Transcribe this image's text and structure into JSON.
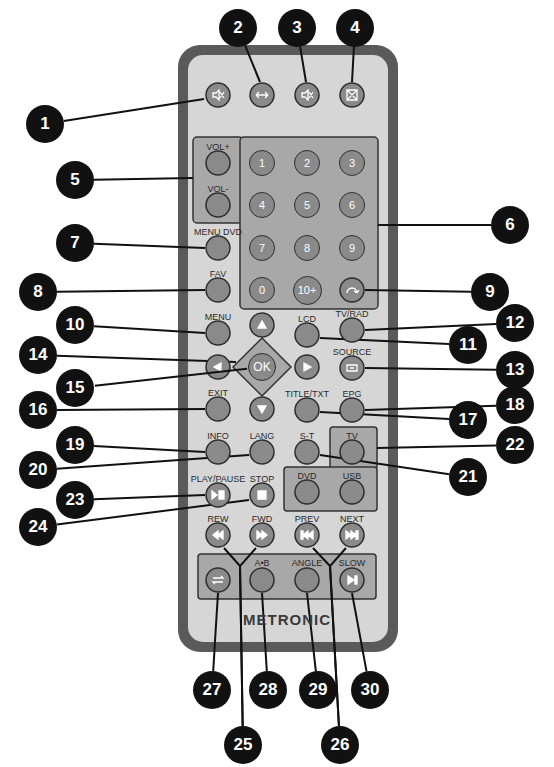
{
  "diagram": {
    "nodes": [
      {
        "text": [
          "1"
        ]
      },
      {
        "text": [
          "2"
        ]
      },
      {
        "text": [
          "3"
        ]
      },
      {
        "text": [
          "4"
        ]
      },
      {
        "text": [
          "5"
        ]
      },
      {
        "text": [
          "6"
        ]
      },
      {
        "text": [
          "7"
        ]
      },
      {
        "text": [
          "8"
        ]
      },
      {
        "text": [
          "9"
        ]
      },
      {
        "text": [
          "10"
        ]
      },
      {
        "text": [
          "11"
        ]
      },
      {
        "text": [
          "12"
        ]
      },
      {
        "text": [
          "13"
        ]
      },
      {
        "text": [
          "14"
        ]
      },
      {
        "text": [
          "15"
        ]
      },
      {
        "text": [
          "16"
        ]
      },
      {
        "text": [
          "17"
        ]
      },
      {
        "text": [
          "18"
        ]
      },
      {
        "text": [
          "19"
        ]
      },
      {
        "text": [
          "20"
        ]
      },
      {
        "text": [
          "21"
        ]
      },
      {
        "text": [
          "22"
        ]
      },
      {
        "text": [
          "23"
        ]
      },
      {
        "text": [
          "24"
        ]
      },
      {
        "text": [
          "25"
        ]
      },
      {
        "text": [
          "26"
        ]
      },
      {
        "text": [
          "27"
        ]
      },
      {
        "text": [
          "28"
        ]
      },
      {
        "text": [
          "29"
        ]
      },
      {
        "text": [
          "30"
        ]
      },
      {
        "text": [
          "1"
        ]
      },
      {
        "text": [
          "2"
        ]
      },
      {
        "text": [
          "3"
        ]
      },
      {
        "text": [
          "4"
        ]
      },
      {
        "text": [
          "5"
        ]
      },
      {
        "text": [
          "6"
        ]
      },
      {
        "text": [
          "7"
        ]
      },
      {
        "text": [
          "8"
        ]
      },
      {
        "text": [
          "9"
        ]
      },
      {
        "text": [
          "0"
        ]
      },
      {
        "text": [
          "10+"
        ]
      },
      {
        "text": [
          "OK"
        ]
      }
    ],
    "edges": [
      {
        "from": 14,
        "to": 41,
        "arrow": "none"
      }
    ],
    "labels": [
      "VOL+",
      "VOL-",
      "MENU DVD",
      "FAV",
      "MENU",
      "LCD",
      "TV/RAD",
      "SOURCE",
      "EXIT",
      "TITLE/TXT",
      "EPG",
      "INFO",
      "LANG",
      "S-T",
      "TV",
      "PLAY/PAUSE",
      "STOP",
      "DVD",
      "USB",
      "REW",
      "FWD",
      "PREV",
      "NEXT",
      "A•B",
      "ANGLE",
      "SLOW",
      "METRONIC"
    ]
  }
}
